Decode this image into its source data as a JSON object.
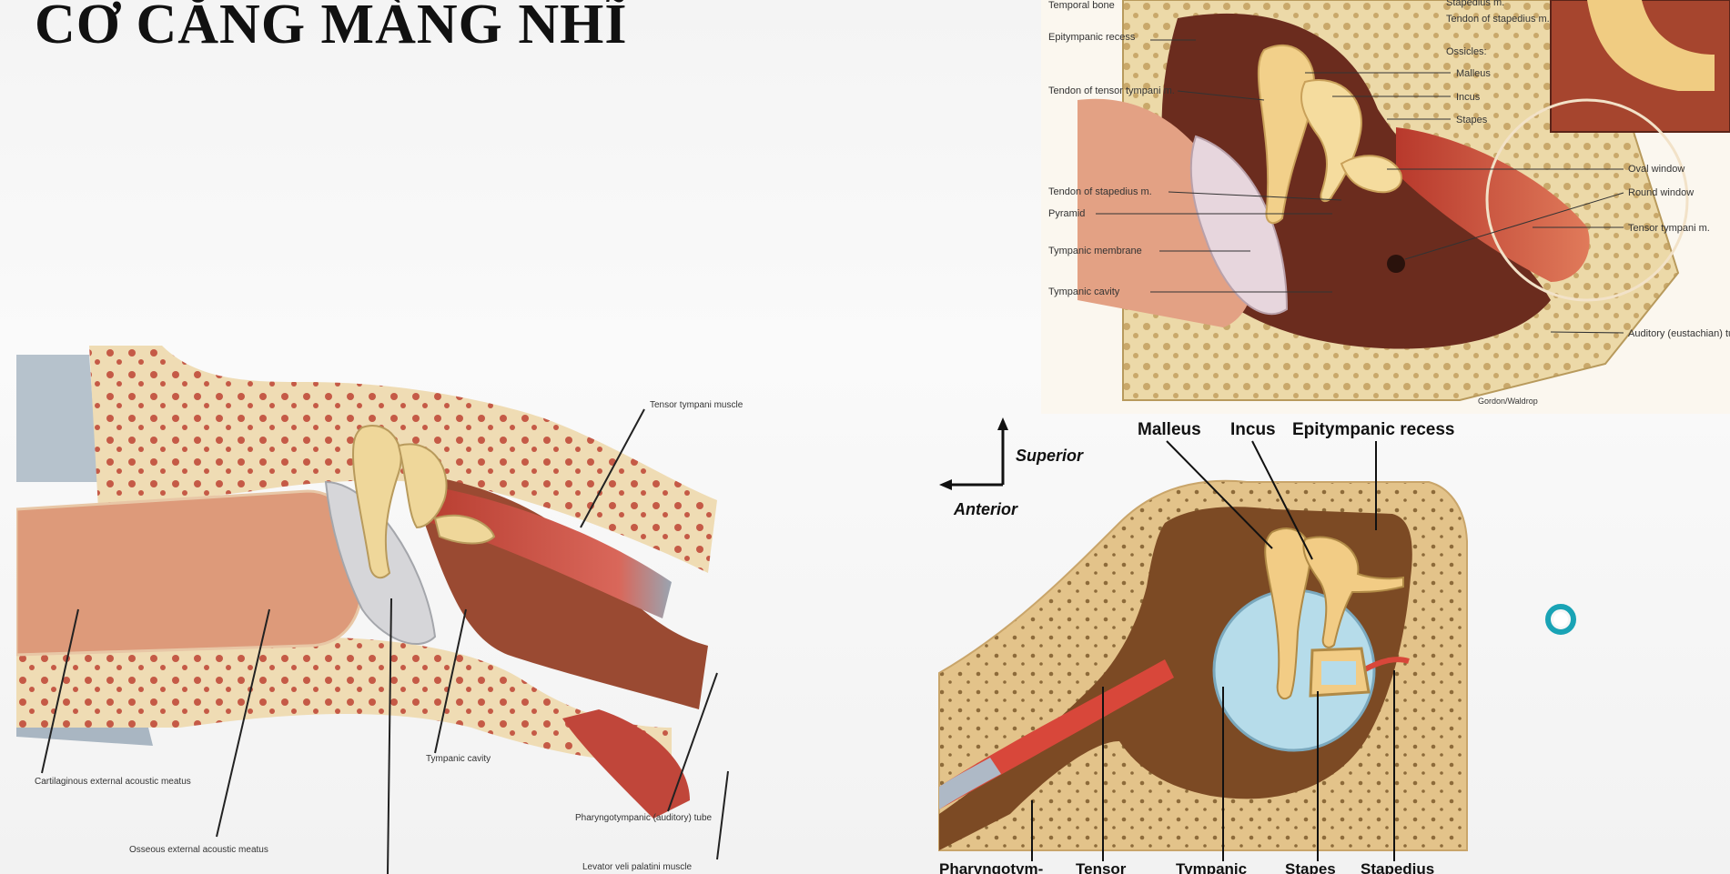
{
  "slide": {
    "title": "CƠ CĂNG MÀNG NHĨ"
  },
  "diagram_top_right": {
    "labels_left": [
      "Temporal bone",
      "Epitympanic recess",
      "Tendon of tensor tympani m.",
      "Tendon of stapedius m.",
      "Pyramid",
      "Tympanic membrane",
      "Tympanic cavity"
    ],
    "labels_right": [
      "Stapedius m.",
      "Tendon of stapedius m.",
      "Ossicles:",
      "Malleus",
      "Incus",
      "Stapes",
      "Oval window",
      "Round window",
      "Tensor tympani m.",
      "Auditory (eustachian) tube"
    ],
    "credit": "Gordon/Waldrop"
  },
  "diagram_left": {
    "labels": [
      "Tensor tympani muscle",
      "Cartilaginous external acoustic meatus",
      "Osseous external acoustic meatus",
      "Tympanic cavity",
      "Pharyngotympanic (auditory) tube",
      "Levator veli palatini muscle"
    ]
  },
  "diagram_bottom_right": {
    "top_labels": [
      "Malleus",
      "Incus",
      "Epitympanic recess"
    ],
    "orientation": [
      "Superior",
      "Anterior"
    ],
    "bottom_labels": [
      "Pharyngotym-",
      "Tensor",
      "Tympanic",
      "Stapes",
      "Stapedius"
    ]
  },
  "colors": {
    "bone": "#ecd9a8",
    "bone_dots": "#c9a86a",
    "muscle": "#c94a3c",
    "canal": "#d98a6a",
    "cavity": "#7a3a22",
    "ossicle": "#f2d08a",
    "membrane": "#b6dcea"
  }
}
